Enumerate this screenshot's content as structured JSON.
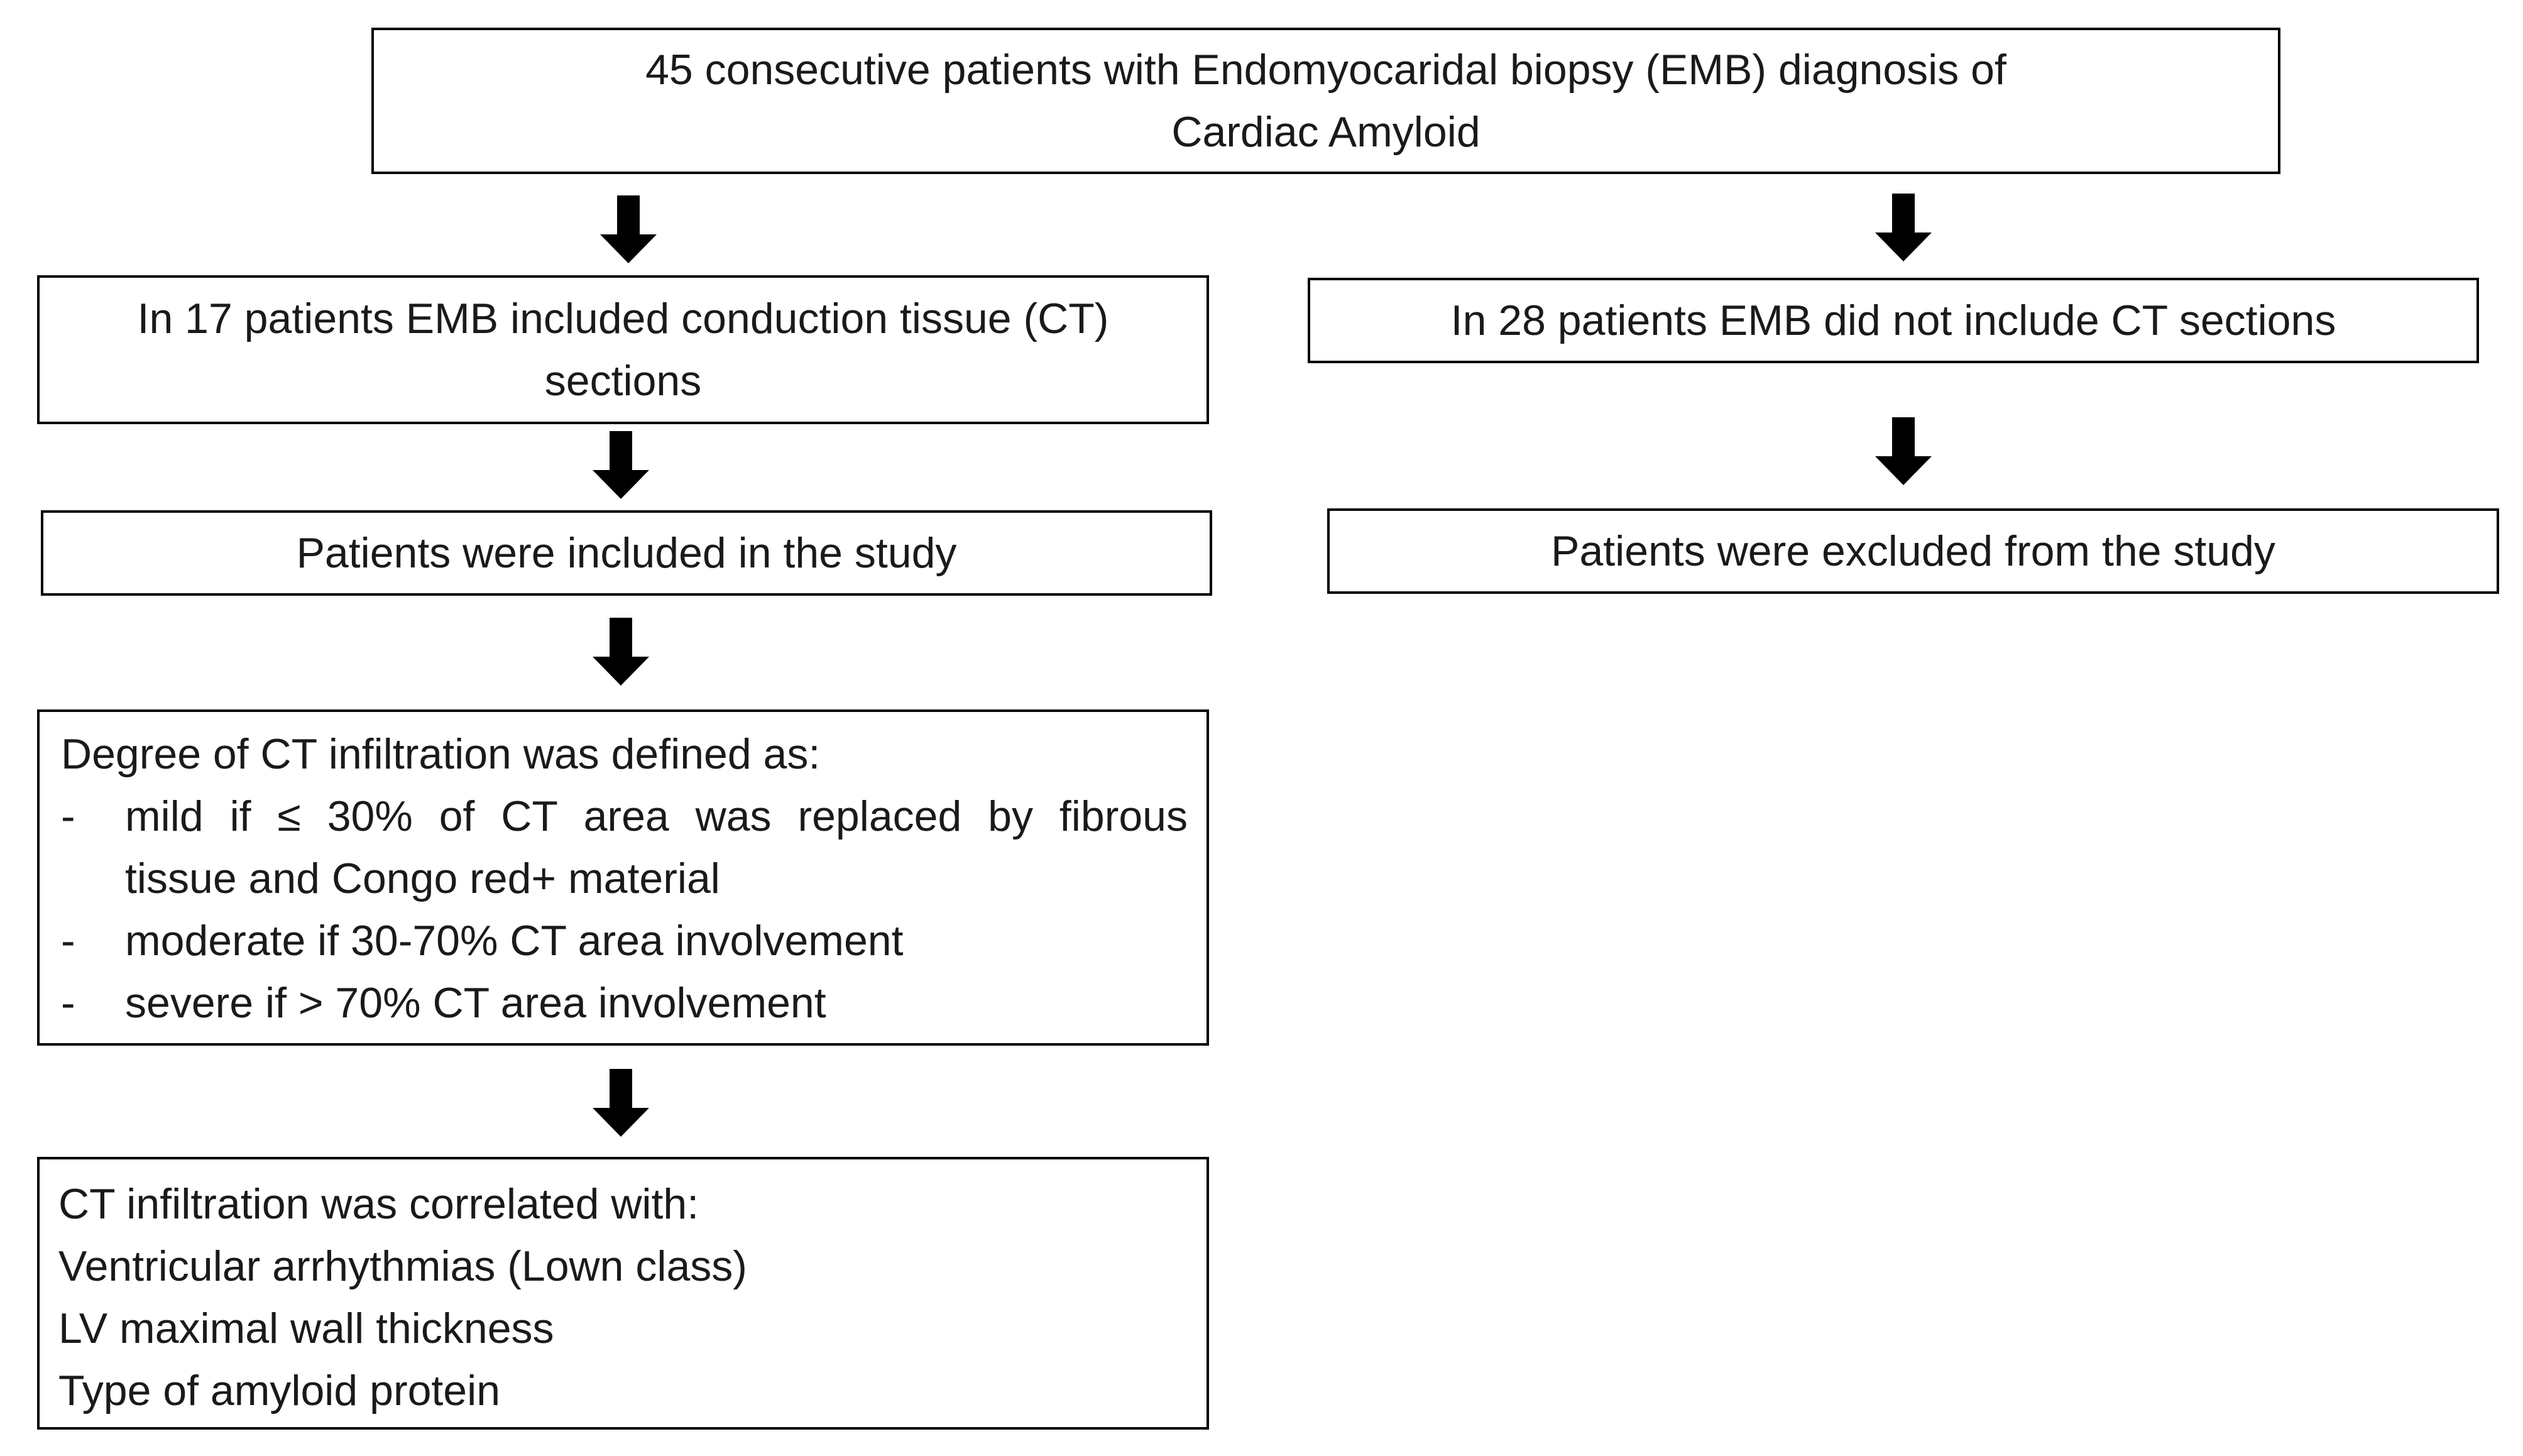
{
  "flowchart": {
    "top_box": {
      "line1": "45 consecutive patients with Endomyocaridal biopsy (EMB) diagnosis of",
      "line2": "Cardiac Amyloid"
    },
    "left_branch": {
      "ct_included": {
        "line1": "In 17 patients EMB included conduction tissue (CT)",
        "line2": "sections"
      },
      "included": "Patients were included in the study",
      "degree": {
        "heading": "Degree of CT infiltration was defined as:",
        "items": [
          {
            "dash": "-",
            "line1": "mild if ≤ 30% of CT area was replaced by fibrous",
            "line2": "tissue and Congo red+ material"
          },
          {
            "dash": "-",
            "line1": "moderate if 30-70%  CT area involvement"
          },
          {
            "dash": "-",
            "line1": "severe if > 70% CT area  involvement"
          }
        ]
      },
      "correlated": {
        "heading": "CT infiltration was correlated with:",
        "lines": [
          "Ventricular arrhythmias (Lown class)",
          "LV maximal wall thickness",
          "Type of amyloid protein"
        ]
      }
    },
    "right_branch": {
      "ct_not_included": "In 28 patients EMB did not include CT sections",
      "excluded": "Patients were excluded from the study"
    },
    "colors": {
      "border": "#000000",
      "text": "#1a1a1a",
      "arrow": "#000000",
      "background": "#ffffff"
    },
    "icons": {
      "arrow": "arrow-down-icon"
    }
  }
}
